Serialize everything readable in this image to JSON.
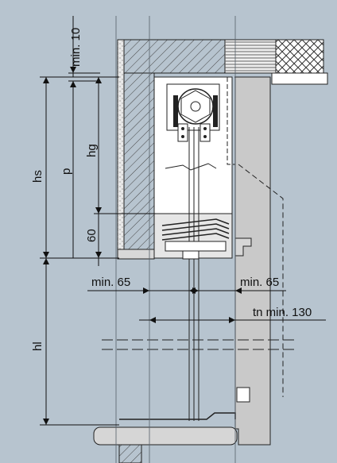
{
  "colors": {
    "background": "#b7c4cf",
    "wall": "#d2d2d2",
    "white": "#ffffff",
    "line": "#111111",
    "guide": "#555f68"
  },
  "labels": {
    "min_10": "min. 10",
    "hs": "hs",
    "p": "p",
    "hg": "hg",
    "dim_60": "60",
    "min_65_left": "min. 65",
    "min_65_right": "min. 65",
    "tn_min_130": "tn min. 130",
    "hl": "hl"
  }
}
